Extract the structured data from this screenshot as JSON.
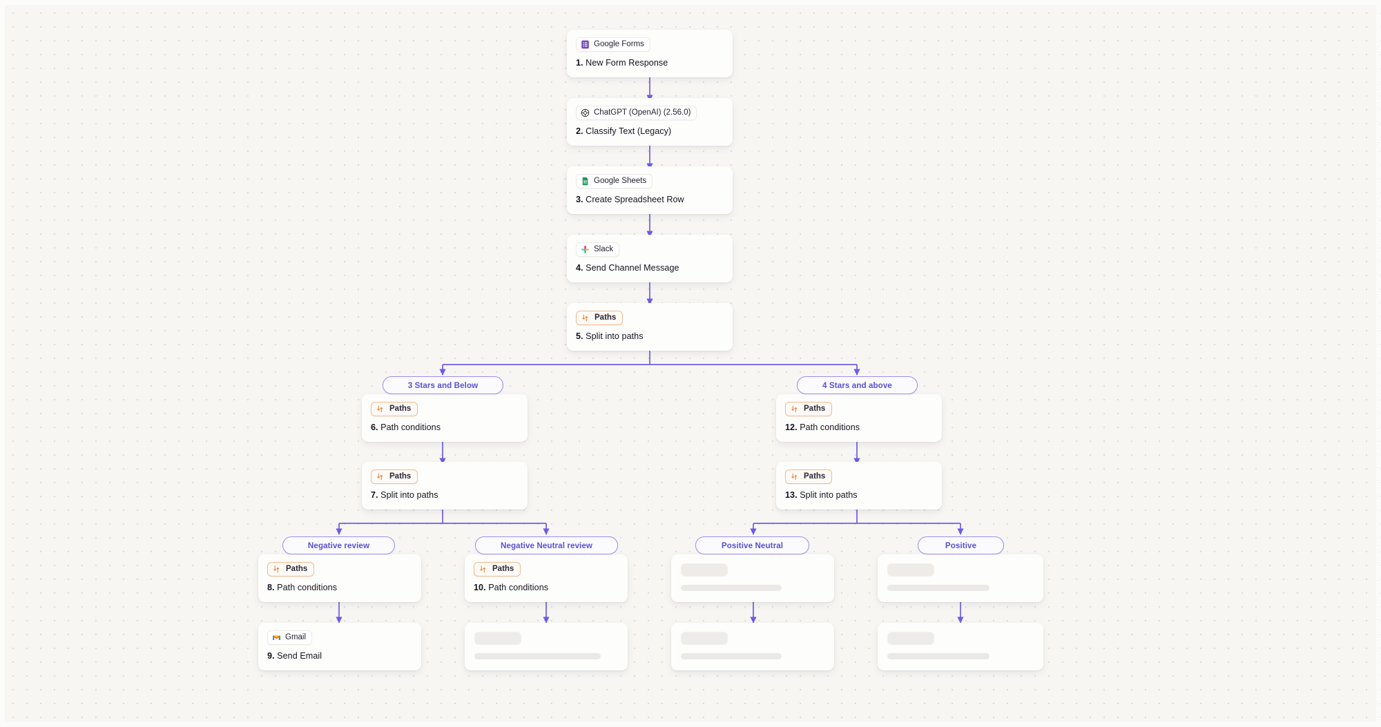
{
  "canvas": {
    "background": "#f7f6f3",
    "accent_edge_color": "#6c5ce7",
    "pill_color": "#5b4fd4",
    "paths_badge_color": "#e8833a"
  },
  "nodes": [
    {
      "id": "n1",
      "app": "Google Forms",
      "icon": "google-forms-icon",
      "step": "1.",
      "title": "New Form Response",
      "type": "app"
    },
    {
      "id": "n2",
      "app": "ChatGPT (OpenAI) (2.56.0)",
      "icon": "openai-icon",
      "step": "2.",
      "title": "Classify Text (Legacy)",
      "type": "app"
    },
    {
      "id": "n3",
      "app": "Google Sheets",
      "icon": "google-sheets-icon",
      "step": "3.",
      "title": "Create Spreadsheet Row",
      "type": "app"
    },
    {
      "id": "n4",
      "app": "Slack",
      "icon": "slack-icon",
      "step": "4.",
      "title": "Send Channel Message",
      "type": "app"
    },
    {
      "id": "n5",
      "app": "Paths",
      "icon": "paths-icon",
      "step": "5.",
      "title": "Split into paths",
      "type": "paths"
    },
    {
      "id": "n6",
      "app": "Paths",
      "icon": "paths-icon",
      "step": "6.",
      "title": "Path conditions",
      "type": "paths"
    },
    {
      "id": "n7",
      "app": "Paths",
      "icon": "paths-icon",
      "step": "7.",
      "title": "Split into paths",
      "type": "paths"
    },
    {
      "id": "n8",
      "app": "Paths",
      "icon": "paths-icon",
      "step": "8.",
      "title": "Path conditions",
      "type": "paths"
    },
    {
      "id": "n9",
      "app": "Gmail",
      "icon": "gmail-icon",
      "step": "9.",
      "title": "Send Email",
      "type": "app"
    },
    {
      "id": "n10",
      "app": "Paths",
      "icon": "paths-icon",
      "step": "10.",
      "title": "Path conditions",
      "type": "paths"
    },
    {
      "id": "n11",
      "type": "skeleton"
    },
    {
      "id": "n12",
      "app": "Paths",
      "icon": "paths-icon",
      "step": "12.",
      "title": "Path conditions",
      "type": "paths"
    },
    {
      "id": "n13",
      "app": "Paths",
      "icon": "paths-icon",
      "step": "13.",
      "title": "Split into paths",
      "type": "paths"
    },
    {
      "id": "n14",
      "type": "skeleton"
    },
    {
      "id": "n15",
      "type": "skeleton"
    },
    {
      "id": "n16",
      "type": "skeleton"
    },
    {
      "id": "n17",
      "type": "skeleton"
    }
  ],
  "branch_labels": [
    {
      "id": "b1",
      "label": "3 Stars and Below"
    },
    {
      "id": "b2",
      "label": "4 Stars and above"
    },
    {
      "id": "b3",
      "label": "Negative review"
    },
    {
      "id": "b4",
      "label": "Negative Neutral review"
    },
    {
      "id": "b5",
      "label": "Positive Neutral"
    },
    {
      "id": "b6",
      "label": "Positive"
    }
  ]
}
